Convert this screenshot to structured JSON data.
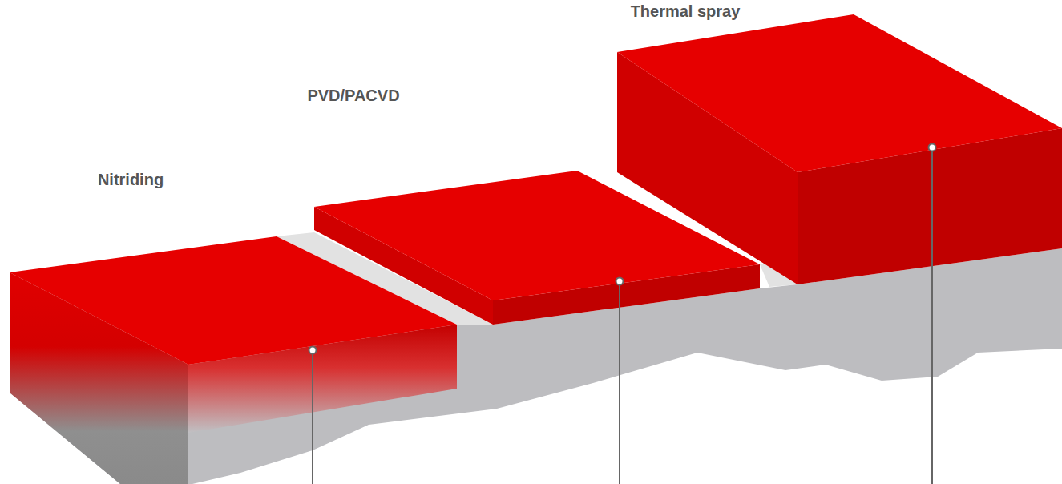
{
  "diagram": {
    "labels": [
      "Thermal spray",
      "PVD/PACVD",
      "Nitriding"
    ]
  }
}
